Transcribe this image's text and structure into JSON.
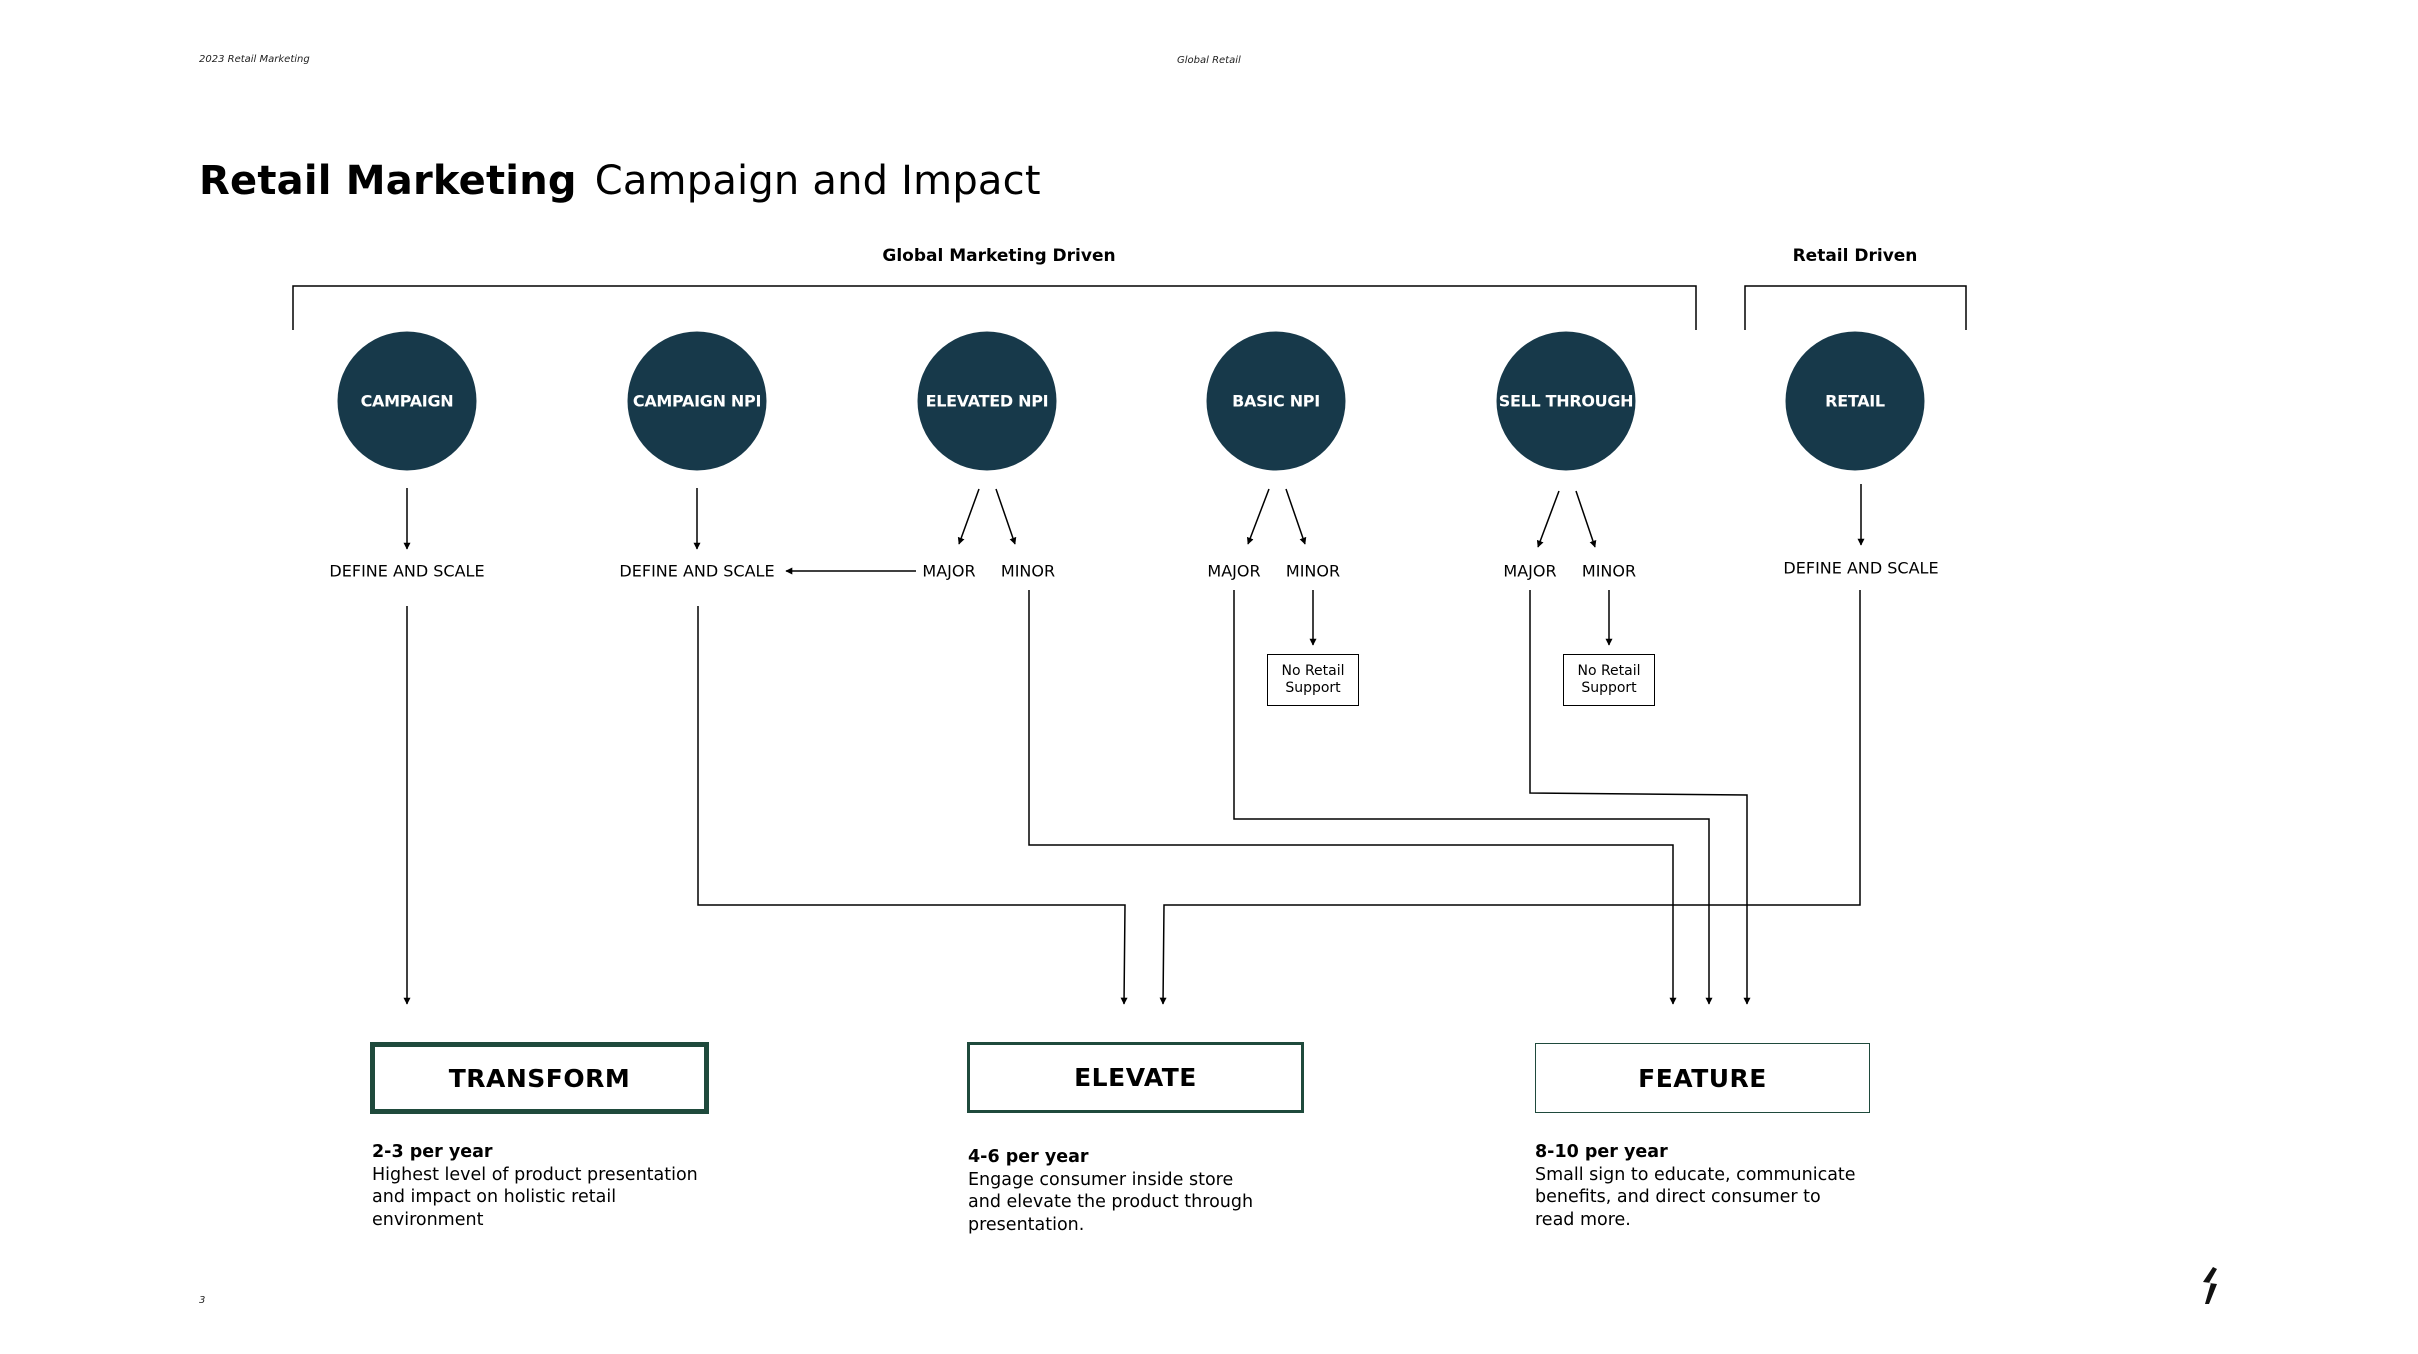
{
  "header": {
    "left": "2023 Retail Marketing",
    "center": "Global Retail"
  },
  "title": {
    "bold": "Retail Marketing",
    "normal": "Campaign and Impact"
  },
  "groups": {
    "global": "Global Marketing Driven",
    "retail": "Retail Driven"
  },
  "circles": {
    "campaign": "CAMPAIGN",
    "campaign_npi": "CAMPAIGN NPI",
    "elevated_npi": "ELEVATED NPI",
    "basic_npi": "BASIC NPI",
    "sell_through": "SELL THROUGH",
    "retail": "RETAIL"
  },
  "labels": {
    "define_scale_1": "DEFINE AND SCALE",
    "define_scale_2": "DEFINE AND SCALE",
    "major_1": "MAJOR",
    "minor_1": "MINOR",
    "major_2": "MAJOR",
    "minor_2": "MINOR",
    "major_3": "MAJOR",
    "minor_3": "MINOR",
    "define_scale_3": "DEFINE AND SCALE",
    "no_retail_support_1": "No Retail Support",
    "no_retail_support_2": "No Retail Support"
  },
  "outcomes": {
    "transform": {
      "label": "TRANSFORM",
      "freq": "2-3 per year",
      "desc": "Highest level of product presentation and impact on holistic retail environment"
    },
    "elevate": {
      "label": "ELEVATE",
      "freq": "4-6 per year",
      "desc": "Engage consumer inside store and elevate the product through presentation."
    },
    "feature": {
      "label": "FEATURE",
      "freq": "8-10 per year",
      "desc": "Small sign to educate, communicate benefits, and direct consumer to read more."
    }
  },
  "footer": {
    "page_number": "3",
    "logo_icon": "brand-s-logo-icon"
  },
  "colors": {
    "circle_fill": "#17394a",
    "box_border": "#1f4a3c"
  }
}
